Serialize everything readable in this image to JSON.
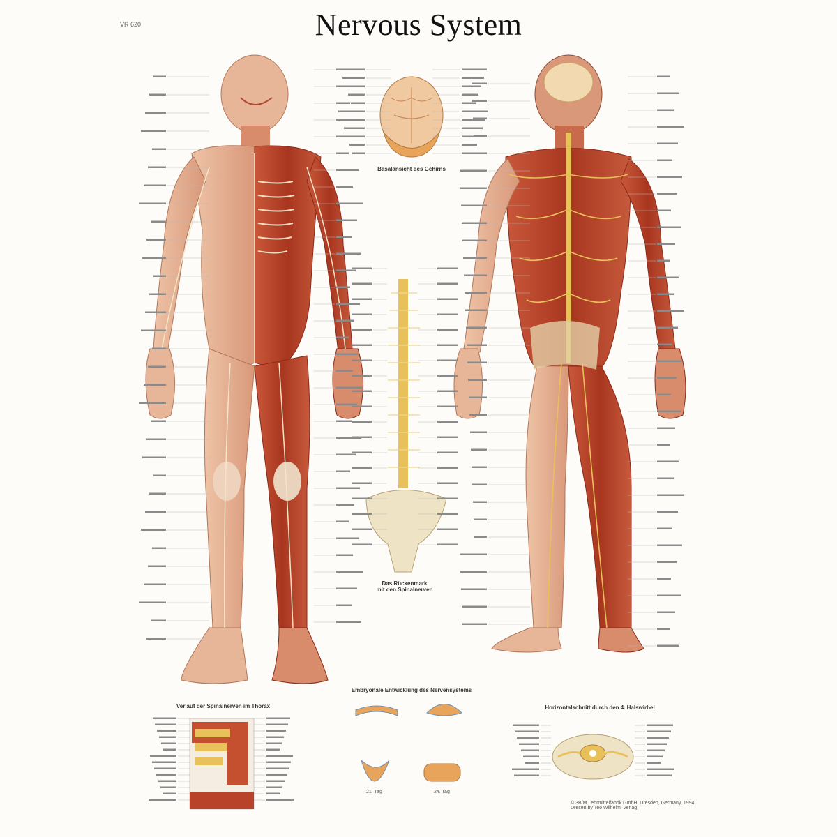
{
  "poster": {
    "title": "Nervous System",
    "code": "VR 620"
  },
  "captions": {
    "brain_base": "Basalansicht des Gehirns",
    "spinal_cord": [
      "Das Rückenmark",
      "mit den Spinalnerven"
    ],
    "thorax": "Verlauf der Spinalnerven im Thorax",
    "embryonic": "Embryonale Entwicklung des Nervensystems",
    "cervical": "Horizontalschnitt durch den 4. Halswirbel",
    "day_a": "21. Tag",
    "day_b": "24. Tag"
  },
  "copyright": [
    "© 3B/M Lehrmittelfabrik GmbH, Dresden, Germany, 1994",
    "Dresen by Teo Wilhelmi Verlag"
  ],
  "colors": {
    "muscle": "#b8432a",
    "skin": "#e8b79a",
    "nerve": "#e8c15a",
    "bone": "#efe3c6"
  }
}
